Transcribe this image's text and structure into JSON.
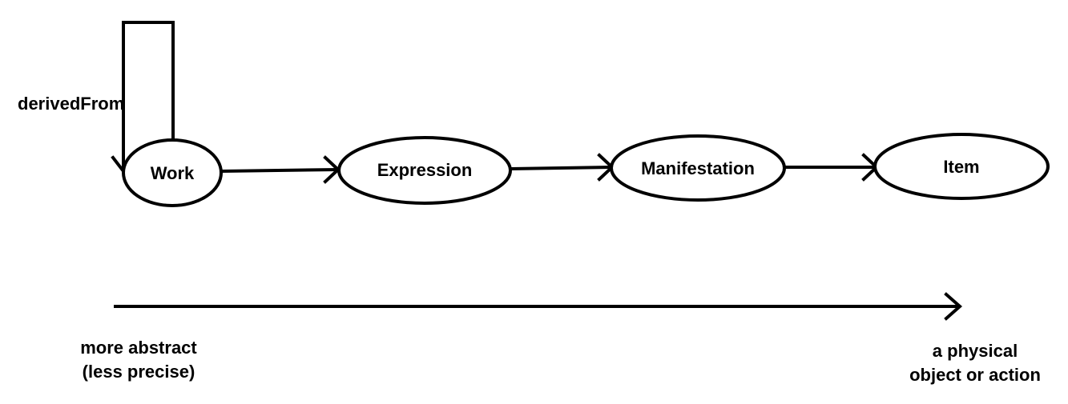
{
  "nodes": {
    "work": "Work",
    "expression": "Expression",
    "manifestation": "Manifestation",
    "item": "Item"
  },
  "relations": {
    "self_loop": "derivedFrom"
  },
  "scale": {
    "left_line1": "more abstract",
    "left_line2": "(less precise)",
    "right_line1": "a physical",
    "right_line2": "object or action"
  }
}
